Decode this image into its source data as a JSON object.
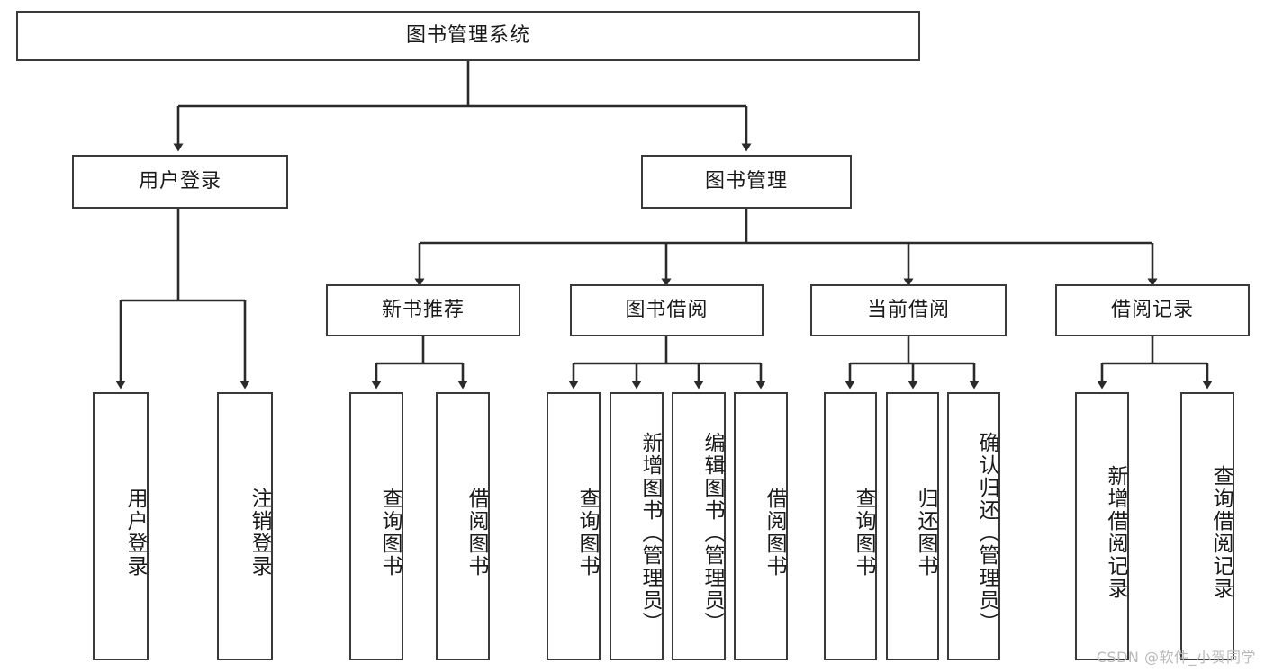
{
  "diagram": {
    "type": "tree",
    "title": "图书管理系统",
    "watermark": "CSDN @软件_小贺同学",
    "colors": {
      "box_border": "#3a3a3a",
      "box_fill": "#ffffff",
      "connector": "#2b2b2b",
      "text": "#1a1a1a",
      "watermark": "#b9b9b9"
    },
    "root": {
      "id": "root",
      "label": "图书管理系统"
    },
    "level2": [
      {
        "id": "user-login",
        "label": "用户登录"
      },
      {
        "id": "book-manage",
        "label": "图书管理"
      }
    ],
    "level3": [
      {
        "id": "new-book-recommend",
        "label": "新书推荐",
        "parent": "book-manage"
      },
      {
        "id": "book-borrow",
        "label": "图书借阅",
        "parent": "book-manage"
      },
      {
        "id": "current-borrow",
        "label": "当前借阅",
        "parent": "book-manage"
      },
      {
        "id": "borrow-record",
        "label": "借阅记录",
        "parent": "book-manage"
      }
    ],
    "leaves": [
      {
        "id": "leaf-user-login",
        "label": "用户登录",
        "parent": "user-login"
      },
      {
        "id": "leaf-logout",
        "label": "注销登录",
        "parent": "user-login"
      },
      {
        "id": "leaf-query-book-1",
        "label": "查询图书",
        "parent": "new-book-recommend"
      },
      {
        "id": "leaf-borrow-book-1",
        "label": "借阅图书",
        "parent": "new-book-recommend"
      },
      {
        "id": "leaf-query-book-2",
        "label": "查询图书",
        "parent": "book-borrow"
      },
      {
        "id": "leaf-add-book",
        "label": "新增图书（管理员）",
        "parent": "book-borrow"
      },
      {
        "id": "leaf-edit-book",
        "label": "编辑图书（管理员）",
        "parent": "book-borrow"
      },
      {
        "id": "leaf-borrow-book-2",
        "label": "借阅图书",
        "parent": "book-borrow"
      },
      {
        "id": "leaf-query-book-3",
        "label": "查询图书",
        "parent": "current-borrow"
      },
      {
        "id": "leaf-return-book",
        "label": "归还图书",
        "parent": "current-borrow"
      },
      {
        "id": "leaf-confirm-return",
        "label": "确认归还（管理员）",
        "parent": "current-borrow"
      },
      {
        "id": "leaf-add-record",
        "label": "新增借阅记录",
        "parent": "borrow-record"
      },
      {
        "id": "leaf-query-record",
        "label": "查询借阅记录",
        "parent": "borrow-record"
      }
    ]
  }
}
